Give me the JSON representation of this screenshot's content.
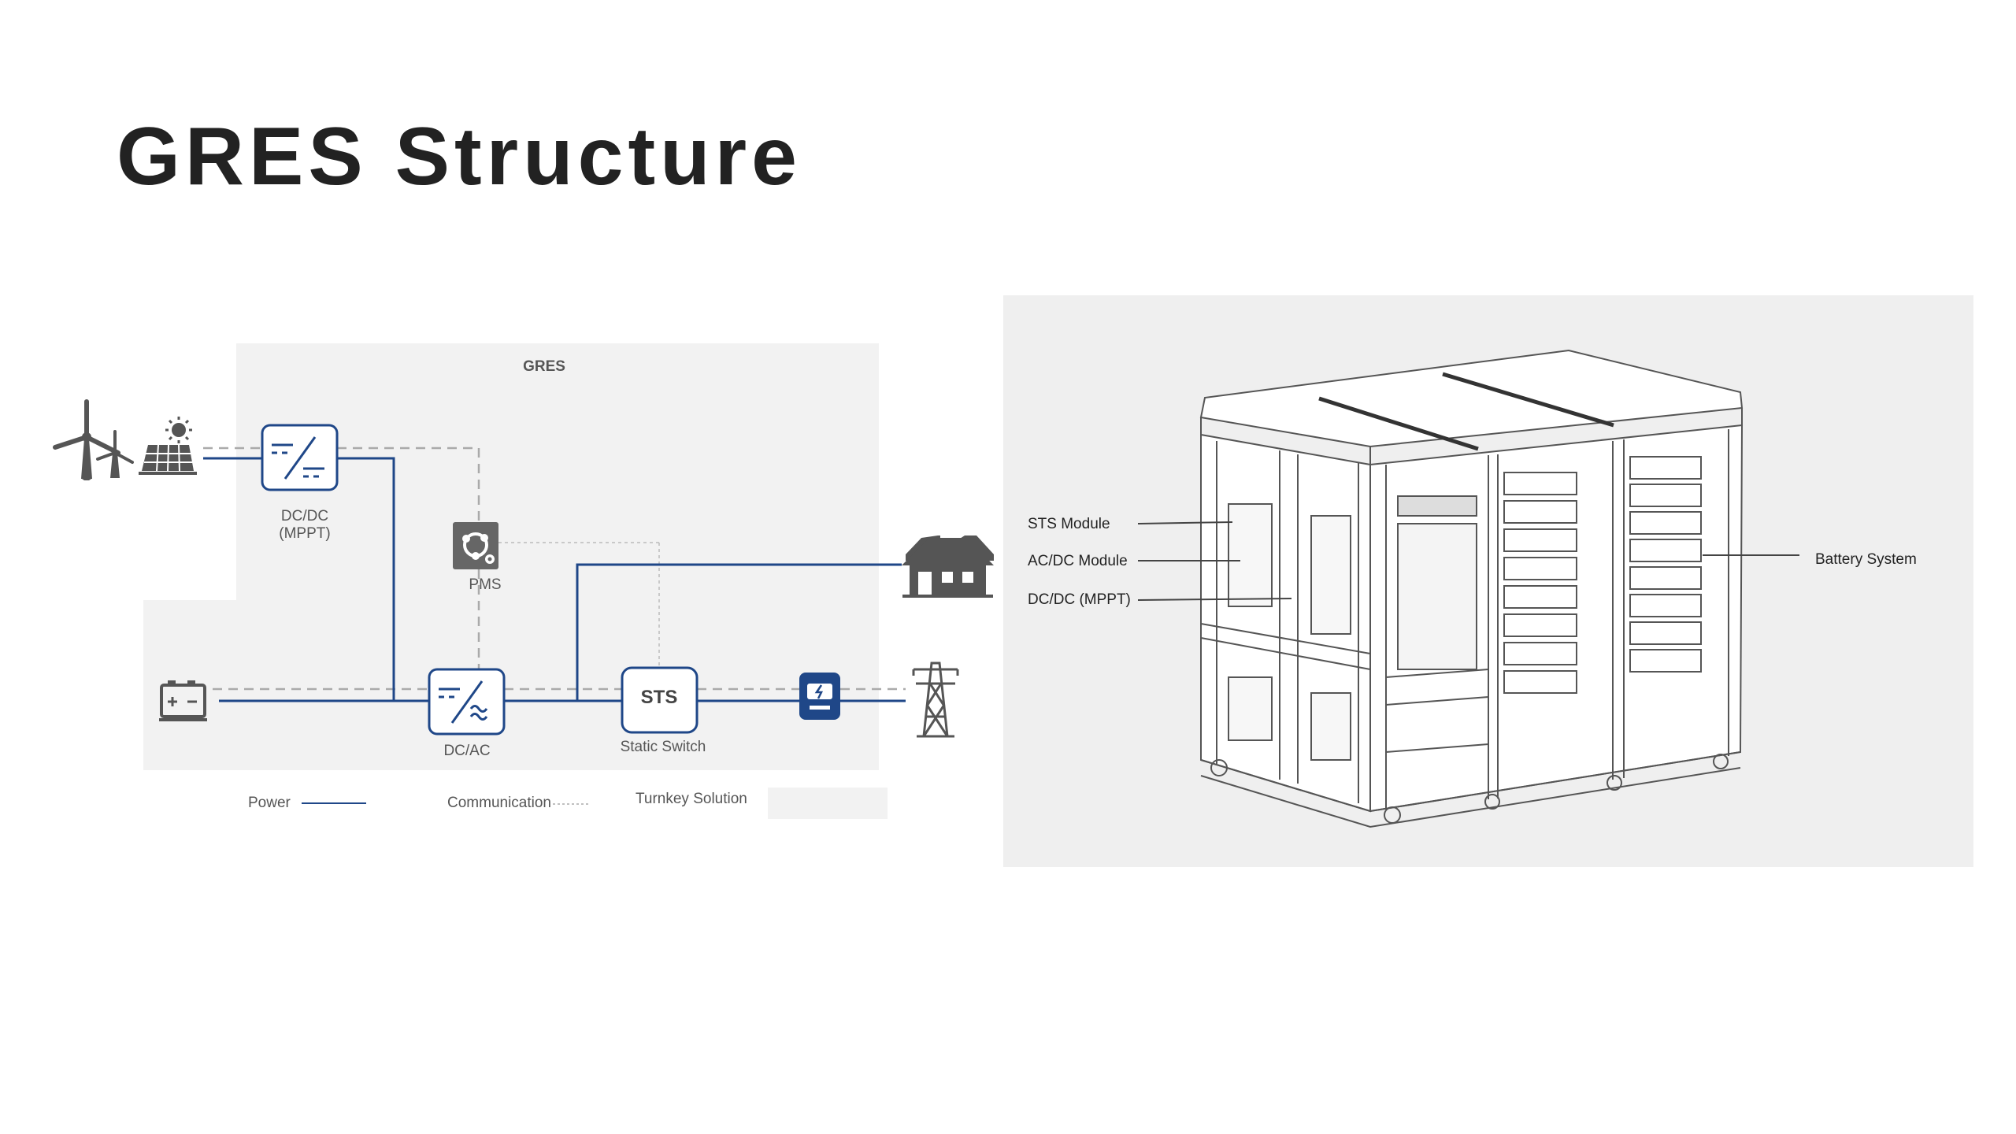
{
  "page": {
    "title": "GRES Structure"
  },
  "diagram": {
    "gres_label": "GRES",
    "nodes": {
      "dcdc": {
        "label_line1": "DC/DC",
        "label_line2": "(MPPT)"
      },
      "pms": {
        "label": "PMS"
      },
      "dcac": {
        "label": "DC/AC"
      },
      "sts": {
        "box_text": "STS",
        "label": "Static Switch"
      }
    },
    "legend": {
      "power": "Power",
      "communication": "Communication",
      "turnkey": "Turnkey Solution"
    },
    "icons": [
      "wind-turbine-icon",
      "sun-icon",
      "solar-panel-icon",
      "battery-icon",
      "house-icon",
      "meter-icon",
      "power-tower-icon"
    ],
    "colors": {
      "power_line": "#1f4788",
      "comm_line": "#aaaaaa",
      "gres_region": "#f2f2f2",
      "meter": "#1f4788"
    }
  },
  "cabinet": {
    "callouts": {
      "sts_module": "STS Module",
      "acdc_module": "AC/DC Module",
      "dcdc_mppt": "DC/DC (MPPT)",
      "battery_system": "Battery System"
    }
  }
}
